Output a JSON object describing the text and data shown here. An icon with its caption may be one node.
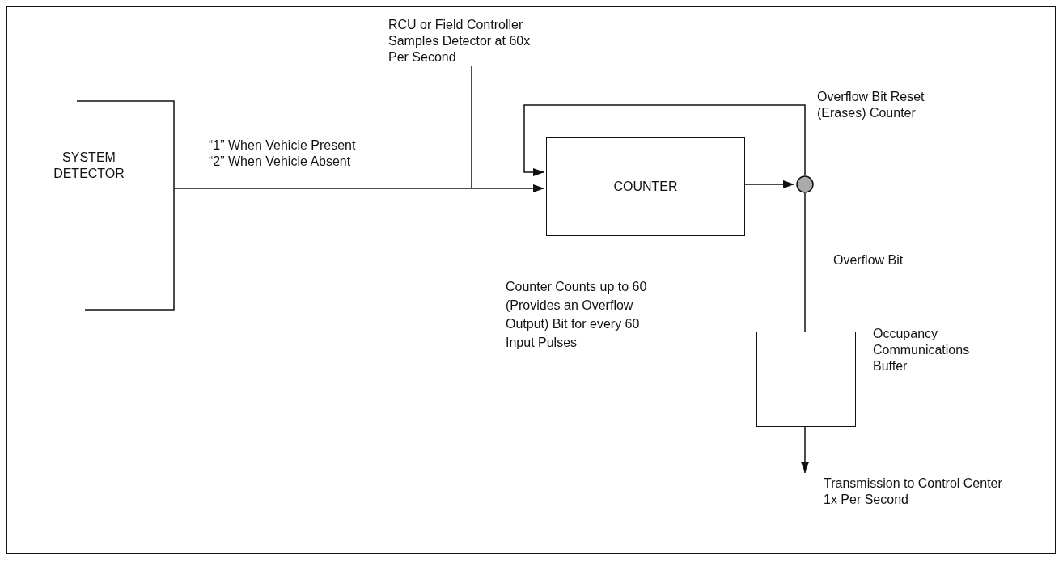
{
  "diagram": {
    "nodes": [
      {
        "text": [
          "SYSTEM DETECTOR"
        ]
      },
      {
        "text": [
          "COUNTER"
        ]
      },
      {
        "text": [],
        "shape": "circle"
      },
      {
        "text": [
          "Occupancy Communications Buffer"
        ]
      },
      {
        "text": [
          "RCU or Field Controller Samples Detector at 60x Per Second"
        ]
      }
    ],
    "edges": [
      {
        "from": 0,
        "to": 1,
        "arrow": "to",
        "label": "“1” When Vehicle Present “2” When Vehicle Absent"
      },
      {
        "from": 1,
        "to": 2,
        "arrow": "to"
      },
      {
        "from": 2,
        "to": 1,
        "arrow": "to",
        "label": "Overflow Bit Reset (Erases) Counter"
      },
      {
        "from": 2,
        "to": 3,
        "arrow": "none",
        "label": "Overflow Bit"
      },
      {
        "from": 3,
        "to": null,
        "arrow": "to",
        "label": "Transmission to Control Center 1x Per Second"
      },
      {
        "from": 4,
        "to": null,
        "arrow": "none"
      }
    ],
    "labels": [
      "Counter Counts up to 60 (Provides an Overflow Output) Bit for every 60 Input Pulses"
    ]
  }
}
